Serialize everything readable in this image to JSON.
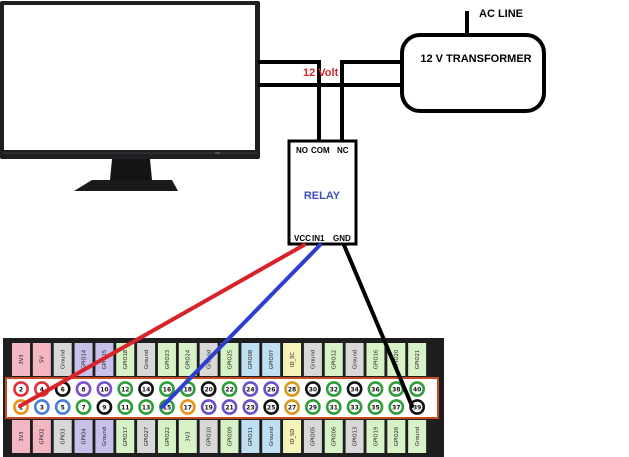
{
  "labels": {
    "ac_line": "AC LINE",
    "transformer": "12 V TRANSFORMER",
    "voltage": "12 Volt",
    "relay_title": "RELAY",
    "relay_no": "NO",
    "relay_com": "COM",
    "relay_nc": "NC",
    "relay_vcc": "VCC",
    "relay_in1": "IN1",
    "relay_gnd": "GND"
  },
  "colors": {
    "voltage_label": "#d0282c",
    "relay_title": "#3d4fb8",
    "wire_red": "#d8232a",
    "wire_blue": "#2c3fce",
    "wire_black": "#000000",
    "header_frame": "#c94a22"
  },
  "gpio": {
    "top_labels": [
      "3V3",
      "5V",
      "Ground",
      "GPIO14",
      "GPIO15",
      "GPIO18",
      "Ground",
      "GPIO23",
      "GPIO24",
      "Ground",
      "GPIO25",
      "GPIO08",
      "GPIO07",
      "ID_SC",
      "Ground",
      "GPIO12",
      "Ground",
      "GPIO16",
      "GPIO20",
      "GPIO21"
    ],
    "bottom_labels": [
      "3V3",
      "GPIO2",
      "GPIO3",
      "GPIO4",
      "Ground",
      "GPIO17",
      "GPIO27",
      "GPIO22",
      "3V3",
      "GPIO10",
      "GPIO09",
      "GPIO11",
      "Ground",
      "ID_SD",
      "GPIO05",
      "GPIO06",
      "GPIO13",
      "GPIO19",
      "GPIO26",
      "Ground"
    ],
    "top_pins": [
      "2",
      "4",
      "6",
      "8",
      "10",
      "12",
      "14",
      "16",
      "18",
      "20",
      "22",
      "24",
      "26",
      "28",
      "30",
      "32",
      "34",
      "36",
      "38",
      "40"
    ],
    "bottom_pins": [
      "1",
      "3",
      "5",
      "7",
      "9",
      "11",
      "13",
      "15",
      "17",
      "19",
      "21",
      "23",
      "25",
      "27",
      "29",
      "31",
      "33",
      "35",
      "37",
      "39"
    ],
    "column_colors": [
      "#f3b6c3",
      "#f3b6c3",
      "#d8d8d8",
      "#c9c0ea",
      "#c9c0ea",
      "#d6f2c6",
      "#d8d8d8",
      "#d6f2c6",
      "#d6f2c6",
      "#d8d8d8",
      "#d6f2c6",
      "#bfe0f2",
      "#bfe0f2",
      "#f6f2b8",
      "#d8d8d8",
      "#d6f2c6",
      "#d8d8d8",
      "#d6f2c6",
      "#d6f2c6",
      "#d6f2c6"
    ],
    "top_ring_colors": [
      "#e0303a",
      "#e0303a",
      "#111111",
      "#7b4fcf",
      "#7b4fcf",
      "#2f9e3a",
      "#111111",
      "#2f9e3a",
      "#2f9e3a",
      "#111111",
      "#2f9e3a",
      "#6a4fc9",
      "#6a4fc9",
      "#d89a1a",
      "#111111",
      "#2f9e3a",
      "#111111",
      "#2f9e3a",
      "#2f9e3a",
      "#2f9e3a"
    ],
    "bottom_ring_colors": [
      "#e8921a",
      "#4a7fd8",
      "#4a7fd8",
      "#2f9e3a",
      "#111111",
      "#2f9e3a",
      "#2f9e3a",
      "#2f9e3a",
      "#e8921a",
      "#6a4fc9",
      "#6a4fc9",
      "#6a4fc9",
      "#111111",
      "#d89a1a",
      "#2f9e3a",
      "#2f9e3a",
      "#2f9e3a",
      "#2f9e3a",
      "#2f9e3a",
      "#111111"
    ]
  }
}
